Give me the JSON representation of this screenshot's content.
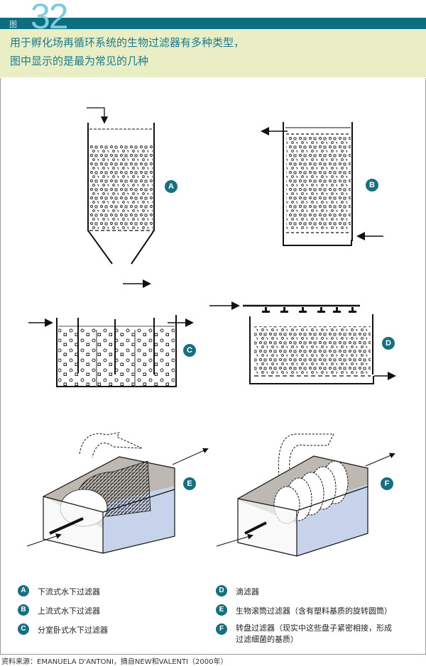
{
  "figure": {
    "label": "图",
    "number": "32",
    "title_lines": [
      "用于孵化场再循环系统的生物过滤器有多种类型，",
      "图中显示的是最为常见的几种"
    ]
  },
  "diagrams": [
    {
      "id": "A",
      "badge": "A"
    },
    {
      "id": "B",
      "badge": "B"
    },
    {
      "id": "C",
      "badge": "C"
    },
    {
      "id": "D",
      "badge": "D"
    },
    {
      "id": "E",
      "badge": "E"
    },
    {
      "id": "F",
      "badge": "F"
    }
  ],
  "legend": [
    {
      "badge": "A",
      "text": "下流式水下过滤器"
    },
    {
      "badge": "B",
      "text": "上流式水下过滤器"
    },
    {
      "badge": "C",
      "text": "分室卧式水下过滤器"
    },
    {
      "badge": "D",
      "text": "滴滤器"
    },
    {
      "badge": "E",
      "text": "生物滚筒过滤器（含有塑料基质的旋转圆筒）"
    },
    {
      "badge": "F",
      "text": "转盘过滤器（现实中这些盘子紧密相接，形成过滤细菌的基质）"
    }
  ],
  "source": "资料来源：EMANUELA D'ANTONI，摘自NEW和VALENTI（2000年）",
  "colors": {
    "accent": "#0d6e80",
    "badge": "#17707f",
    "title_bg": "#e9eec5",
    "figure_number": "#7ecbe0",
    "water": "#c6d3ea"
  }
}
